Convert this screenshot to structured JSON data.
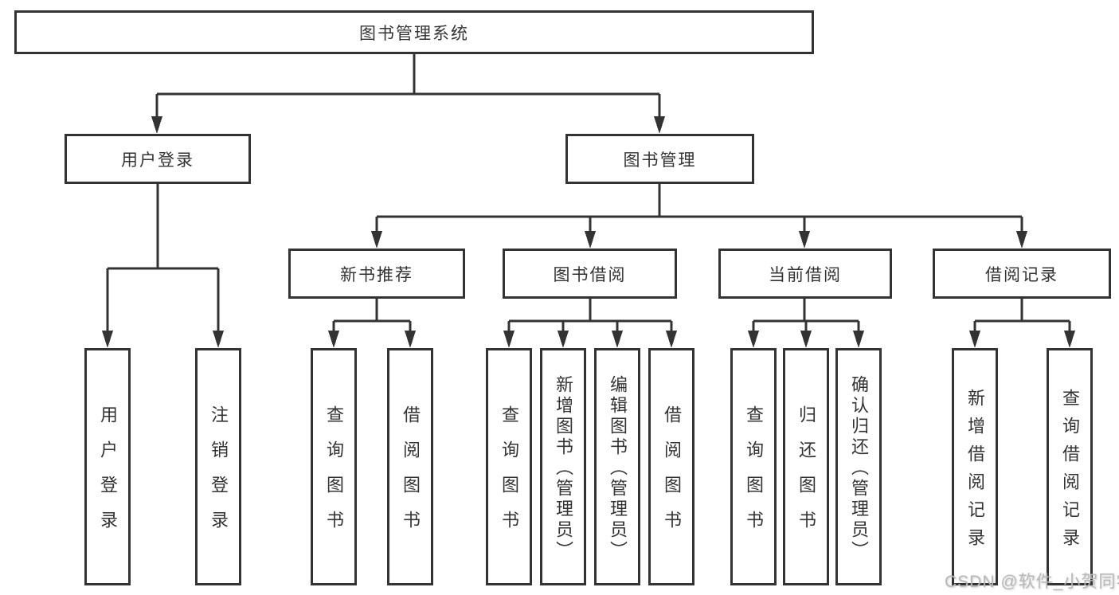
{
  "diagram": {
    "root": {
      "label": "图书管理系统"
    },
    "branches": [
      {
        "label": "用户登录",
        "children": [
          {
            "label": "用户登录"
          },
          {
            "label": "注销登录"
          }
        ]
      },
      {
        "label": "图书管理",
        "children": [
          {
            "label": "新书推荐",
            "children": [
              {
                "label": "查询图书"
              },
              {
                "label": "借阅图书"
              }
            ]
          },
          {
            "label": "图书借阅",
            "children": [
              {
                "label": "查询图书"
              },
              {
                "label": "新增图书（管理员）"
              },
              {
                "label": "编辑图书（管理员）"
              },
              {
                "label": "借阅图书"
              }
            ]
          },
          {
            "label": "当前借阅",
            "children": [
              {
                "label": "查询图书"
              },
              {
                "label": "归还图书"
              },
              {
                "label": "确认归还（管理员）"
              }
            ]
          },
          {
            "label": "借阅记录",
            "children": [
              {
                "label": "新增借阅记录"
              },
              {
                "label": "查询借阅记录"
              }
            ]
          }
        ]
      }
    ]
  },
  "watermark": {
    "text": "CSDN @软件_小贺同学"
  },
  "colors": {
    "line": "#333333",
    "border": "#333333",
    "box_fill": "#ffffff",
    "text": "#333333",
    "watermark": "#b8b8b8"
  }
}
